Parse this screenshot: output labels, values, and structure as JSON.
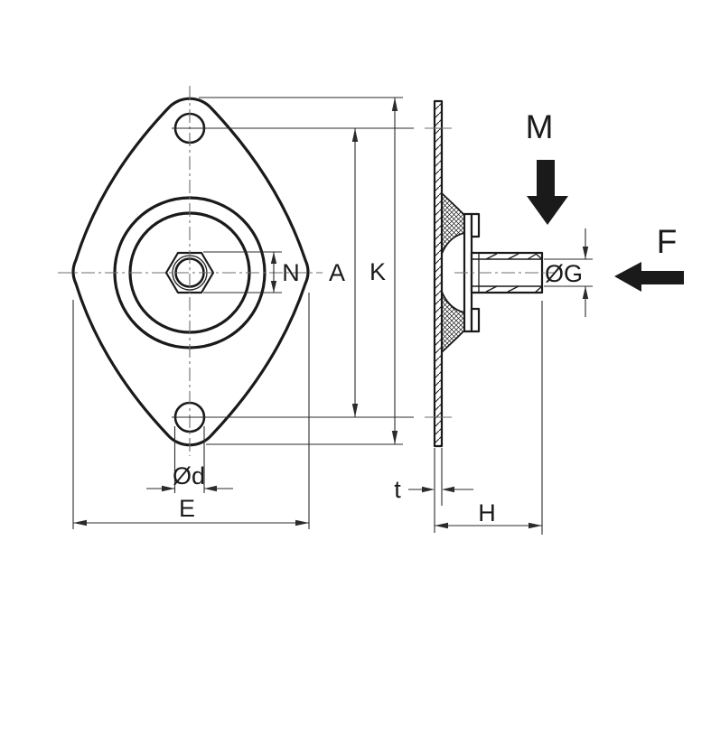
{
  "dimensions": {
    "N": "N",
    "A": "A",
    "K": "K",
    "Od": "Ød",
    "E": "E",
    "t": "t",
    "H": "H",
    "OG": "ØG"
  },
  "forces": {
    "M": "M",
    "F": "F"
  },
  "colors": {
    "background": "#ffffff",
    "line": "#1a1a1a",
    "dim_line": "#2b2b2b",
    "centerline": "#6e6e6e"
  }
}
